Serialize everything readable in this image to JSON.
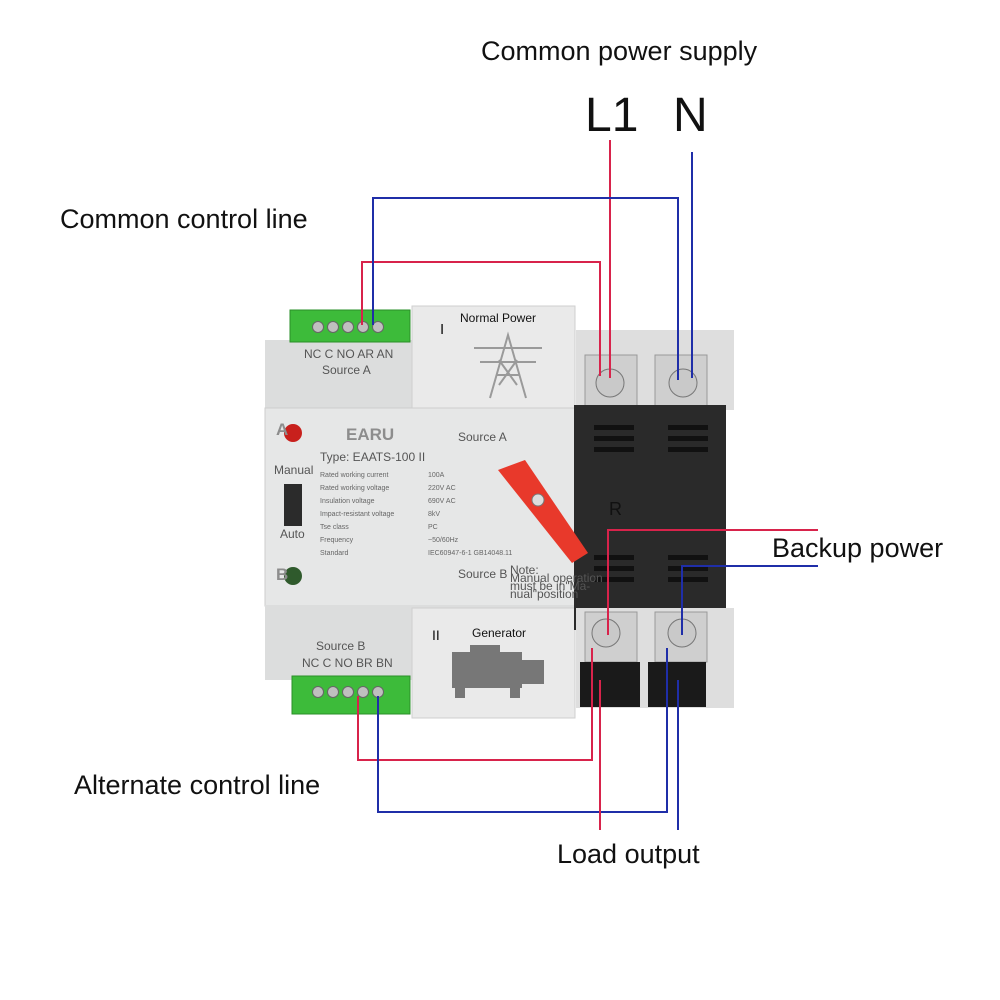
{
  "labels": {
    "common_power": "Common power supply",
    "l1": "L1",
    "n": "N",
    "common_control": "Common control line",
    "backup_power": "Backup power",
    "alternate_control": "Alternate control line",
    "load_output": "Load output"
  },
  "device": {
    "brand": "EARU",
    "type": "Type: EAATS-100  II",
    "source_a_top": "Source A",
    "source_a_face": "Source A",
    "source_b_face": "Source B",
    "source_b_bottom": "Source B",
    "terminals_top": "NC C NO AR AN",
    "terminals_bottom": "NC C NO BR BN",
    "normal_power_num": "I",
    "normal_power": "Normal Power",
    "generator_num": "II",
    "generator": "Generator",
    "a_mark": "A",
    "b_mark": "B",
    "manual": "Manual",
    "auto": "Auto",
    "r_mark": "R",
    "specs": [
      {
        "k": "Rated working current",
        "v": "100A"
      },
      {
        "k": "Rated working voltage",
        "v": "220V AC"
      },
      {
        "k": "Insulation voltage",
        "v": "690V AC"
      },
      {
        "k": "Impact-resistant voltage",
        "v": "8kV"
      },
      {
        "k": "Tse class",
        "v": "PC"
      },
      {
        "k": "Frequency",
        "v": "~50/60Hz"
      },
      {
        "k": "Standard",
        "v": "IEC60947-6-1 GB14048.11"
      }
    ],
    "note": [
      "Note:",
      "Manual operation",
      "must be in\"Ma-",
      "nual\"position"
    ]
  },
  "colors": {
    "red_wire": "#d8234b",
    "blue_wire": "#1f2ea8",
    "body": "#e3e4e4",
    "terminal_green": "#3dbb3a",
    "cover_black": "#2a2a2a",
    "handle_red": "#e8392b"
  }
}
